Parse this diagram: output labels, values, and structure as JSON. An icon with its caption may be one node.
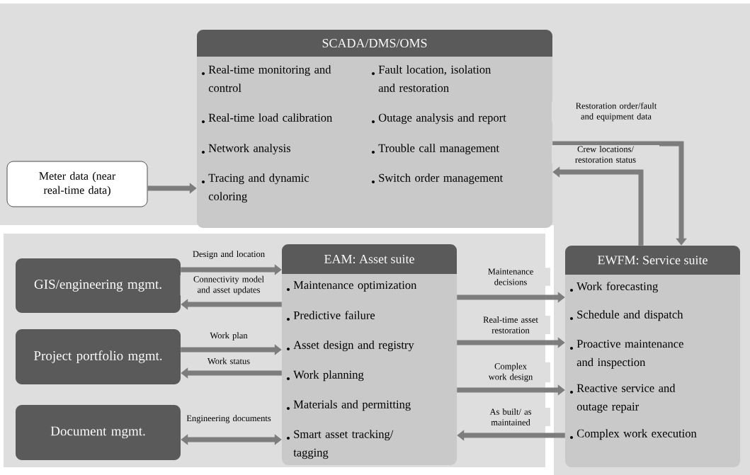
{
  "diagram": {
    "nodes": [
      {
        "text": [
          "Meter data (near real-time data)"
        ]
      },
      {
        "text": [
          "SCADA/DMS/OMS",
          "Real-time monitoring and control",
          "Real-time load calibration",
          "Network analysis",
          "Tracing and dynamic coloring",
          "Fault location, isolation and restoration",
          "Outage analysis and report",
          "Trouble call management",
          "Switch order management"
        ]
      },
      {
        "text": [
          "GIS/engineering mgmt."
        ]
      },
      {
        "text": [
          "Project portfolio mgmt."
        ]
      },
      {
        "text": [
          "Document mgmt."
        ]
      },
      {
        "text": [
          "EAM: Asset suite",
          "Maintenance optimization",
          "Predictive failure",
          "Asset design and registry",
          "Work planning",
          "Materials and permitting",
          "Smart asset tracking/ tagging"
        ]
      },
      {
        "text": [
          "EWFM: Service suite",
          "Work forecasting",
          "Schedule and dispatch",
          "Proactive maintenance and inspection",
          "Reactive service and outage repair",
          "Complex work execution"
        ]
      }
    ],
    "edges": [
      {
        "from": 0,
        "to": 1,
        "arrow": "to"
      },
      {
        "from": 1,
        "to": 6,
        "arrow": "to",
        "label": "Restoration order/fault and equipment data"
      },
      {
        "from": 6,
        "to": 1,
        "arrow": "to",
        "label": "Crew locations/ restoration status"
      },
      {
        "from": 2,
        "to": 5,
        "arrow": "to",
        "label": "Design and location"
      },
      {
        "from": 5,
        "to": 2,
        "arrow": "to",
        "label": "Connectivity model and asset updates"
      },
      {
        "from": 3,
        "to": 5,
        "arrow": "to",
        "label": "Work plan"
      },
      {
        "from": 5,
        "to": 3,
        "arrow": "to",
        "label": "Work status"
      },
      {
        "from": 4,
        "to": 5,
        "arrow": "both",
        "label": "Engineering documents"
      },
      {
        "from": 5,
        "to": 6,
        "arrow": "to",
        "label": "Maintenance decisions"
      },
      {
        "from": 5,
        "to": 6,
        "arrow": "to",
        "label": "Real-time asset restoration"
      },
      {
        "from": 5,
        "to": 6,
        "arrow": "to",
        "label": "Complex work design"
      },
      {
        "from": 6,
        "to": 5,
        "arrow": "to",
        "label": "As built/ as maintained"
      }
    ]
  }
}
